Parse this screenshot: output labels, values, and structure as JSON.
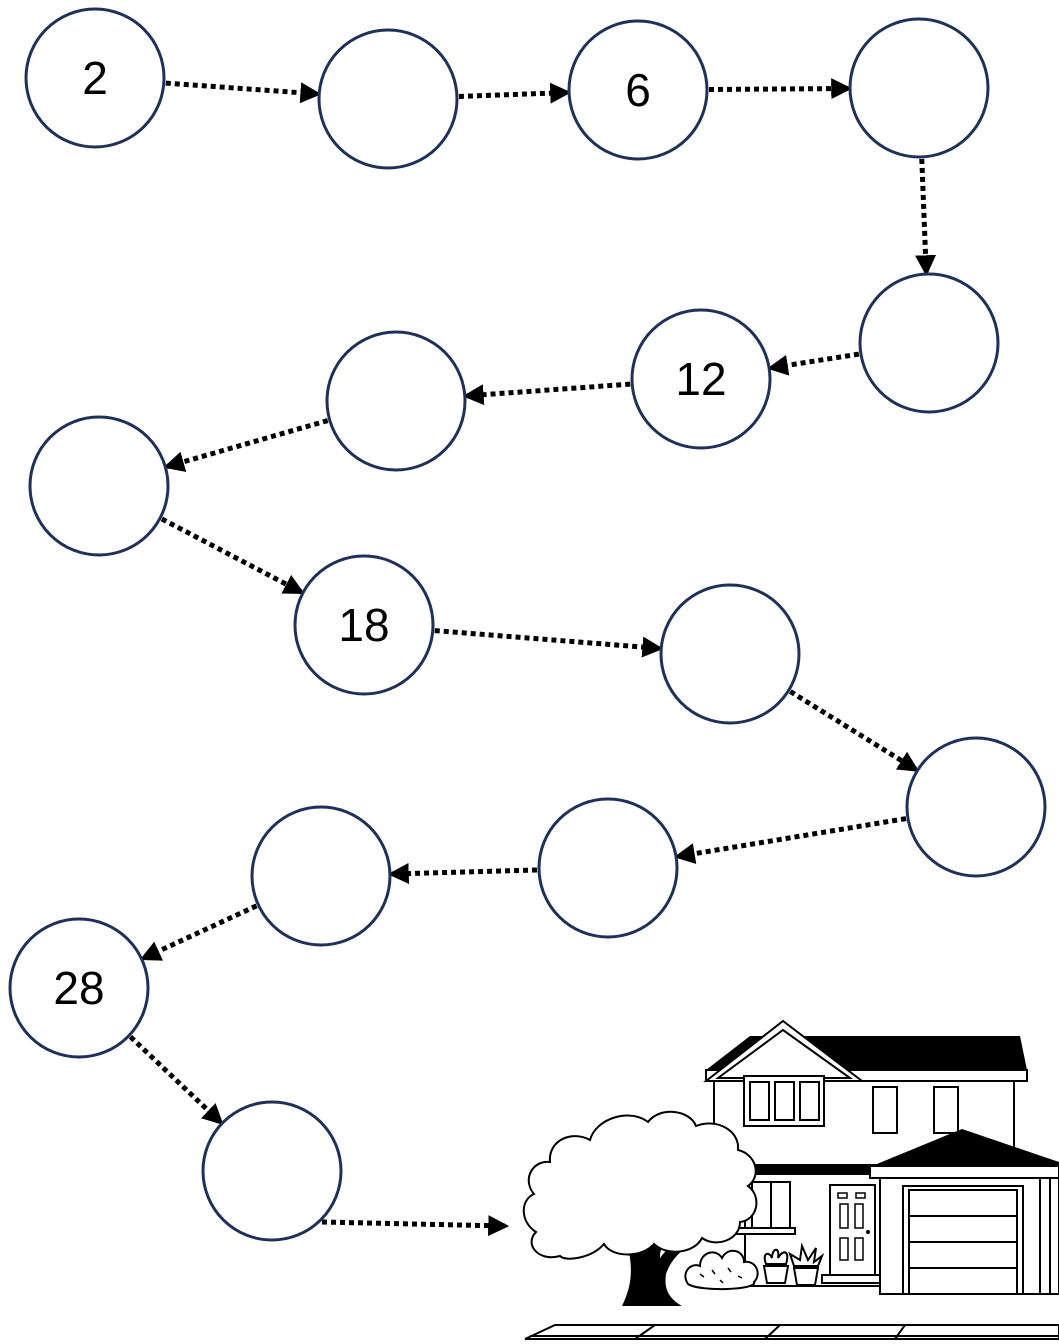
{
  "nodes": [
    {
      "id": "n1",
      "label": "2"
    },
    {
      "id": "n2",
      "label": ""
    },
    {
      "id": "n3",
      "label": "6"
    },
    {
      "id": "n4",
      "label": ""
    },
    {
      "id": "n5",
      "label": ""
    },
    {
      "id": "n6",
      "label": "12"
    },
    {
      "id": "n7",
      "label": ""
    },
    {
      "id": "n8",
      "label": ""
    },
    {
      "id": "n9",
      "label": "18"
    },
    {
      "id": "n10",
      "label": ""
    },
    {
      "id": "n11",
      "label": ""
    },
    {
      "id": "n12",
      "label": ""
    },
    {
      "id": "n13",
      "label": ""
    },
    {
      "id": "n14",
      "label": "28"
    },
    {
      "id": "n15",
      "label": ""
    }
  ],
  "edges": [
    {
      "from": "n1",
      "to": "n2"
    },
    {
      "from": "n2",
      "to": "n3"
    },
    {
      "from": "n3",
      "to": "n4"
    },
    {
      "from": "n4",
      "to": "n5"
    },
    {
      "from": "n5",
      "to": "n6"
    },
    {
      "from": "n6",
      "to": "n7"
    },
    {
      "from": "n7",
      "to": "n8"
    },
    {
      "from": "n8",
      "to": "n9"
    },
    {
      "from": "n9",
      "to": "n10"
    },
    {
      "from": "n10",
      "to": "n11"
    },
    {
      "from": "n11",
      "to": "n12"
    },
    {
      "from": "n12",
      "to": "n13"
    },
    {
      "from": "n13",
      "to": "n14"
    },
    {
      "from": "n14",
      "to": "n15"
    },
    {
      "from": "n15",
      "to": "house"
    }
  ],
  "icons": {
    "destination": "house-icon",
    "tree": "tree-icon"
  },
  "colors": {
    "circle_stroke": "#1f3158",
    "arrow": "#000000"
  }
}
